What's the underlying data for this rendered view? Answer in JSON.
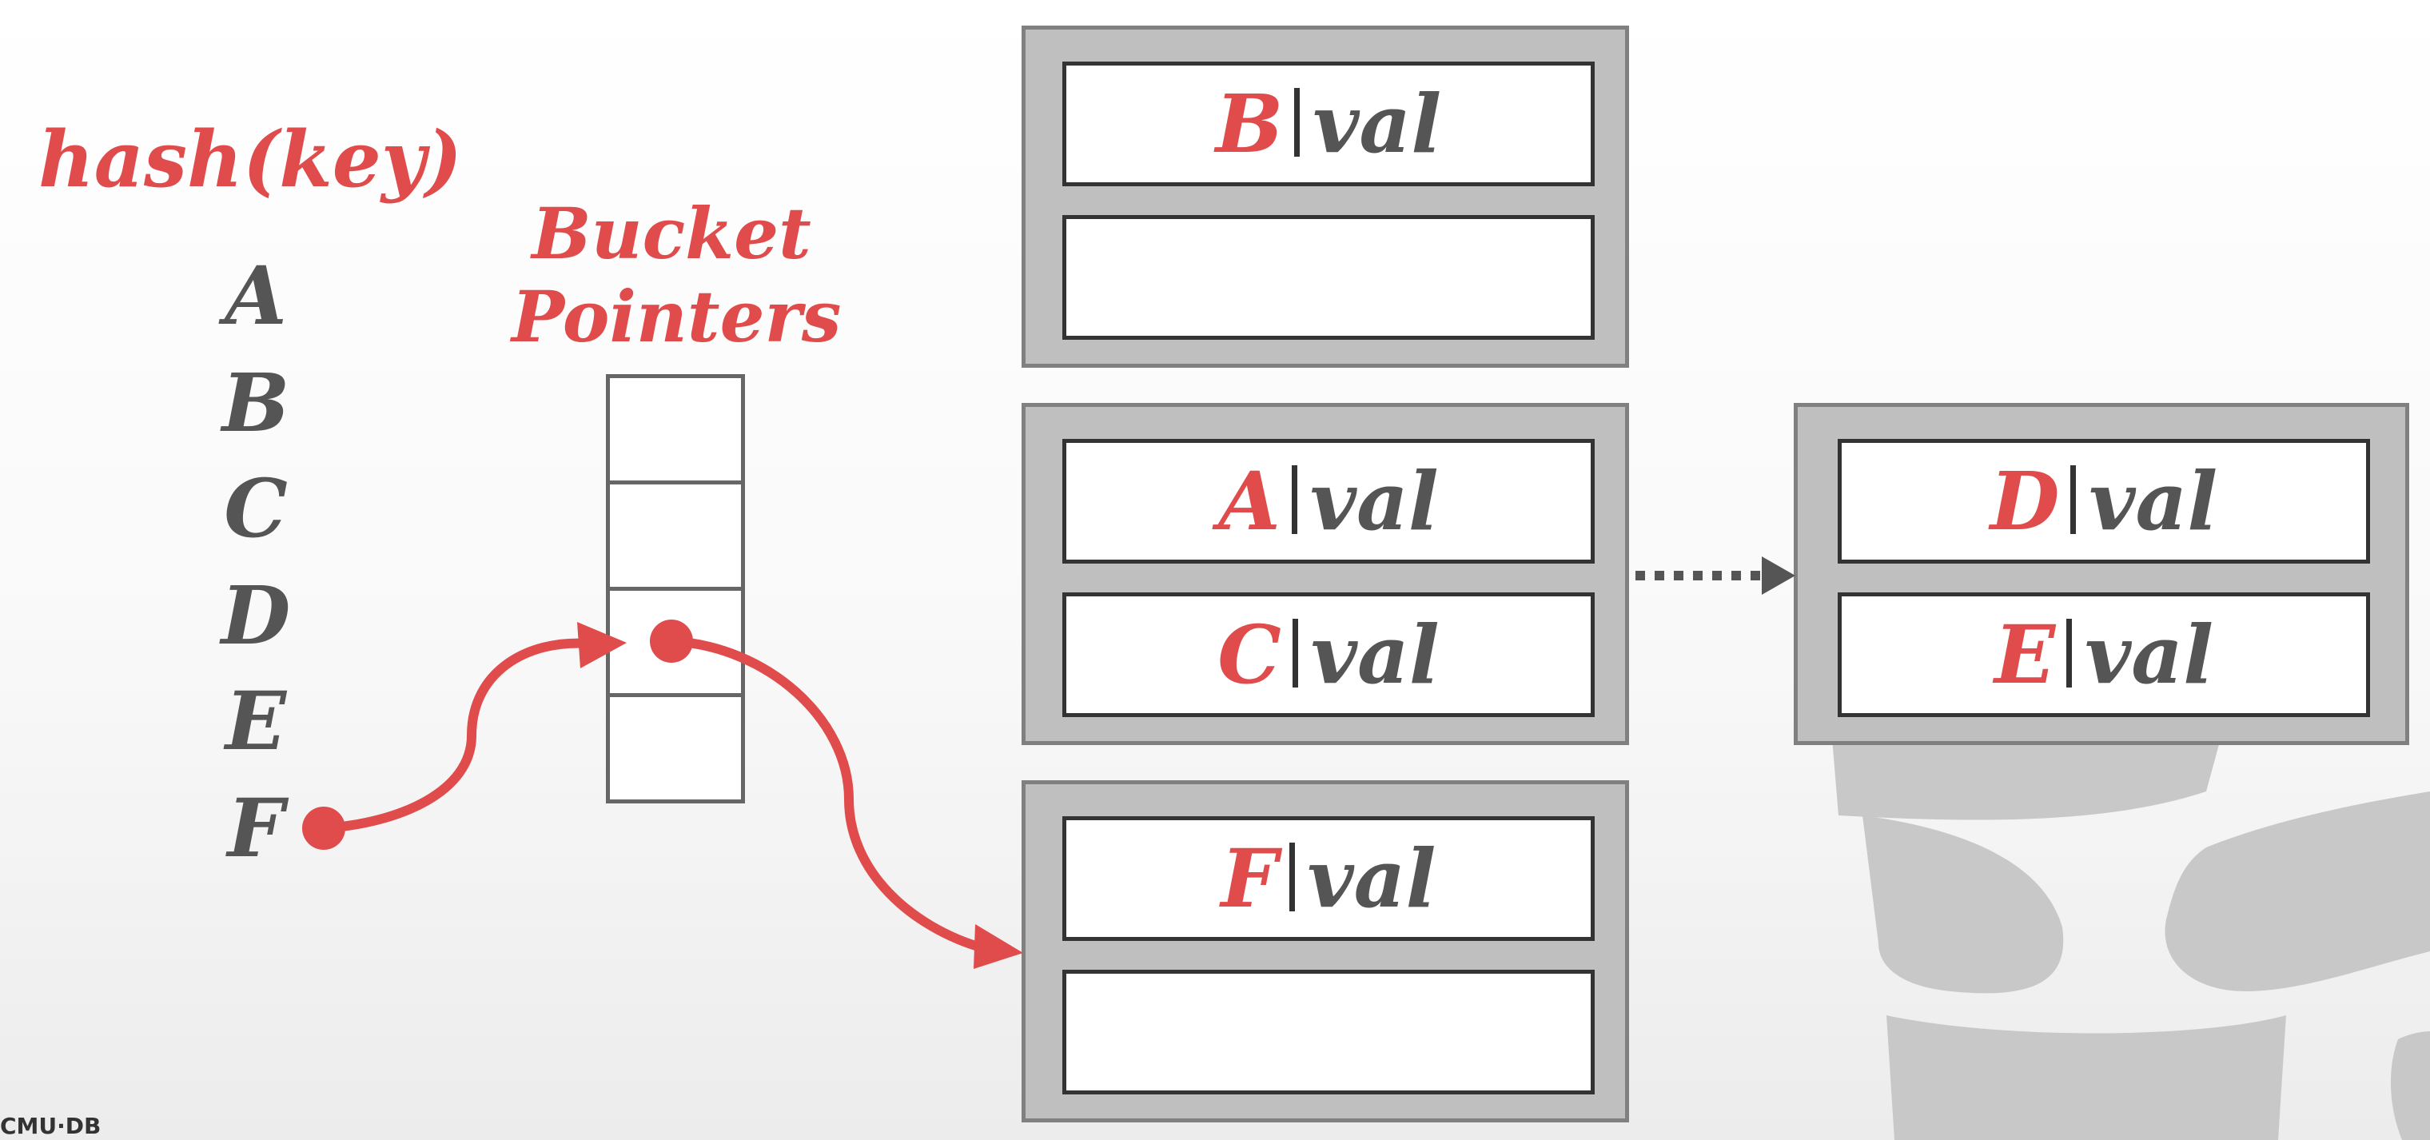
{
  "title": "hash(key)",
  "bucket_pointers_label": [
    "Bucket",
    "Pointers"
  ],
  "keys": [
    "A",
    "B",
    "C",
    "D",
    "E",
    "F"
  ],
  "value_label": "val",
  "buckets": [
    {
      "slots": [
        {
          "key": "B",
          "value": "val"
        },
        {
          "key": "",
          "value": ""
        }
      ]
    },
    {
      "slots": [
        {
          "key": "A",
          "value": "val"
        },
        {
          "key": "C",
          "value": "val"
        }
      ]
    },
    {
      "slots": [
        {
          "key": "F",
          "value": "val"
        },
        {
          "key": "",
          "value": ""
        }
      ]
    }
  ],
  "overflow_bucket": {
    "slots": [
      {
        "key": "D",
        "value": "val"
      },
      {
        "key": "E",
        "value": "val"
      }
    ]
  },
  "footer": "CMU·DB",
  "colors": {
    "accent_red": "#e04b4b",
    "text_gray": "#555555",
    "bucket_fill": "#bfbfbf",
    "bucket_border": "#808080",
    "slot_border": "#333333",
    "logo_gray": "#c8c8c8"
  },
  "icons": {
    "background": "database-logo-icon"
  }
}
